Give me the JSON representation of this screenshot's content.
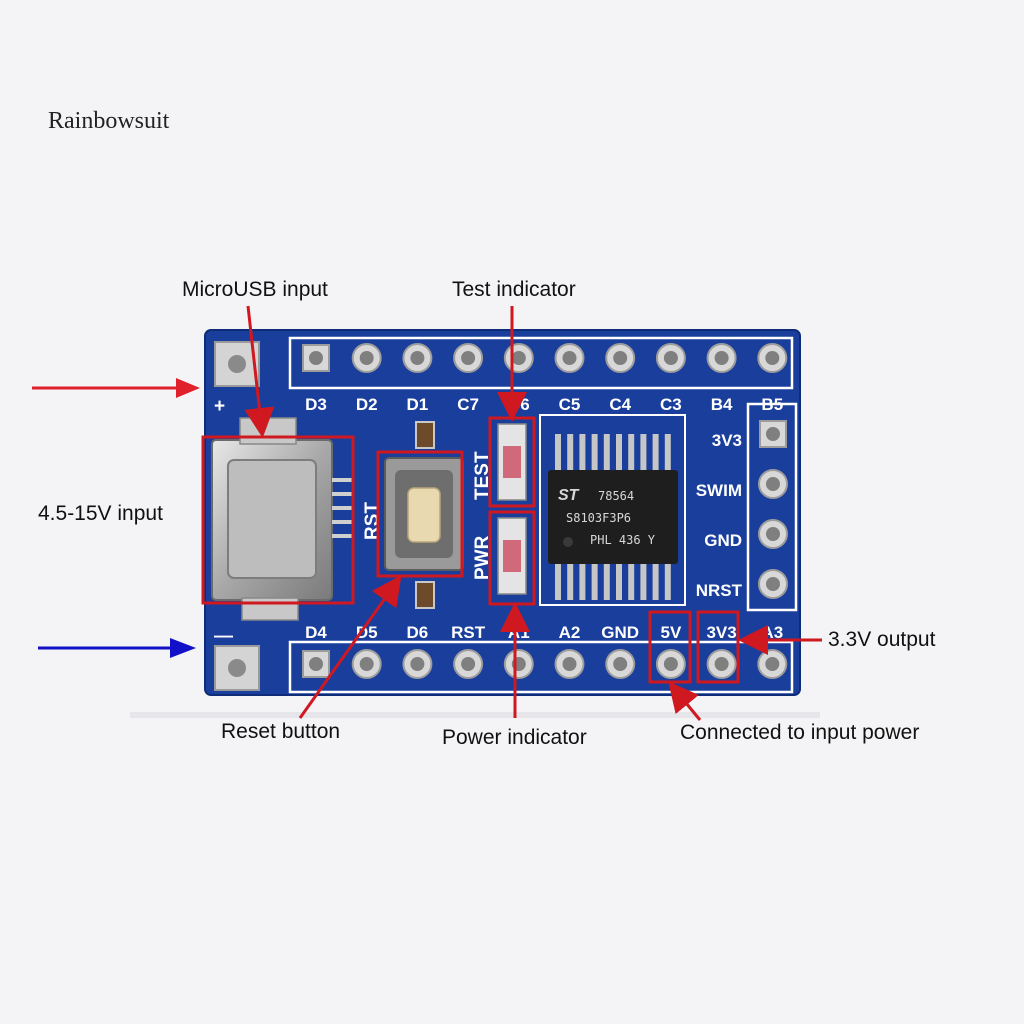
{
  "brand": "Rainbowsuit",
  "callouts": {
    "microusb": "MicroUSB input",
    "test": "Test indicator",
    "input_range": "4.5-15V input",
    "reset": "Reset button",
    "power": "Power indicator",
    "connected": "Connected to input power",
    "output": "3.3V output"
  },
  "board": {
    "top_pins": [
      "D3",
      "D2",
      "D1",
      "C7",
      "C6",
      "C5",
      "C4",
      "C3",
      "B4",
      "B5"
    ],
    "bottom_pins": [
      "D4",
      "D5",
      "D6",
      "RST",
      "A1",
      "A2",
      "GND",
      "5V",
      "3V3",
      "A3"
    ],
    "right_pins": [
      "3V3",
      "SWIM",
      "GND",
      "NRST"
    ],
    "rst_label": "RST",
    "test_label": "TEST",
    "pwr_label": "PWR",
    "plus_label": "+",
    "minus_label": "—",
    "chip_lines": [
      "78564",
      "S8103F3P6",
      "PHL 436 Y"
    ]
  },
  "colors": {
    "pcb": "#1a3e9c",
    "highlight_box": "#d01820",
    "pointer": "#d01820",
    "positive_arrow": "#e0202a",
    "negative_arrow": "#1010c8"
  }
}
